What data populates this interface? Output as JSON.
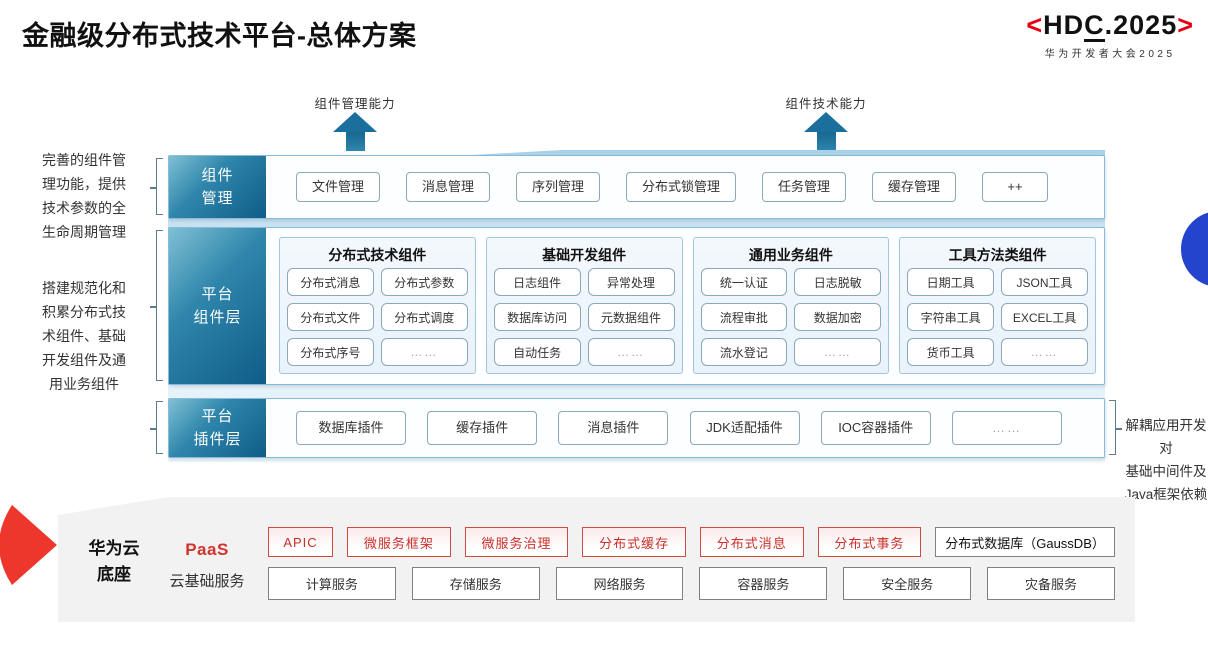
{
  "header": {
    "title": "金融级分布式技术平台-总体方案"
  },
  "logo": {
    "bracket_left": "<",
    "name_pre": "HD",
    "name_underlined": "C",
    "name_post": ".2025",
    "bracket_right": ">",
    "subtitle": "华为开发者大会2025"
  },
  "arrows": {
    "left_label": "组件管理能力",
    "right_label": "组件技术能力"
  },
  "annotations": {
    "left_top": "完善的组件管\n理功能，提供\n技术参数的全\n生命周期管理",
    "left_bottom": "搭建规范化和\n积累分布式技\n术组件、基础\n开发组件及通\n用业务组件",
    "right": "解耦应用开发对\n基础中间件及\nJava框架依赖"
  },
  "layers": {
    "management": {
      "label": "组件\n管理",
      "items": [
        "文件管理",
        "消息管理",
        "序列管理",
        "分布式锁管理",
        "任务管理",
        "缓存管理",
        "++"
      ]
    },
    "components": {
      "label": "平台\n组件层",
      "groups": [
        {
          "title": "分布式技术组件",
          "items": [
            "分布式消息",
            "分布式参数",
            "分布式文件",
            "分布式调度",
            "分布式序号",
            "……"
          ]
        },
        {
          "title": "基础开发组件",
          "items": [
            "日志组件",
            "异常处理",
            "数据库访问",
            "元数据组件",
            "自动任务",
            "……"
          ]
        },
        {
          "title": "通用业务组件",
          "items": [
            "统一认证",
            "日志脱敏",
            "流程审批",
            "数据加密",
            "流水登记",
            "……"
          ]
        },
        {
          "title": "工具方法类组件",
          "items": [
            "日期工具",
            "JSON工具",
            "字符串工具",
            "EXCEL工具",
            "货币工具",
            "……"
          ]
        }
      ]
    },
    "plugins": {
      "label": "平台\n插件层",
      "items": [
        "数据库插件",
        "缓存插件",
        "消息插件",
        "JDK适配插件",
        "IOC容器插件",
        "……"
      ]
    }
  },
  "cloud": {
    "label": "华为云\n底座",
    "paas_label": "PaaS",
    "paas_items": [
      "APIC",
      "微服务框架",
      "微服务治理",
      "分布式缓存",
      "分布式消息",
      "分布式事务"
    ],
    "paas_db": "分布式数据库（GaussDB）",
    "iaas_label": "云基础服务",
    "iaas_items": [
      "计算服务",
      "存储服务",
      "网络服务",
      "容器服务",
      "安全服务",
      "灾备服务"
    ]
  },
  "colors": {
    "layer_teal": "#0f5c88",
    "arrow_teal": "#1a6f9c",
    "hdc_red": "#e60012",
    "paas_red": "#c9302c",
    "wedge_red": "#ee372c",
    "circle_blue": "#2444cd"
  }
}
